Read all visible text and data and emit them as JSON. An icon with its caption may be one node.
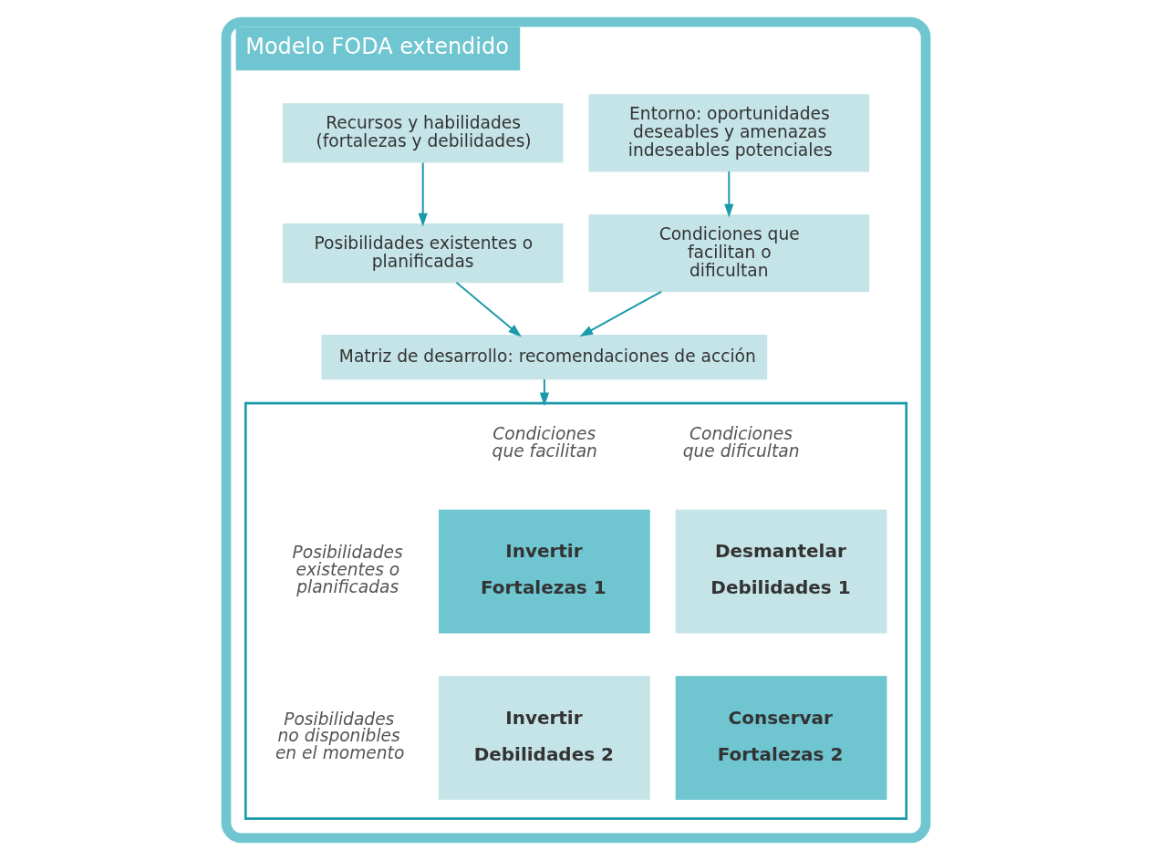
{
  "diagram": {
    "nodes": [
      {
        "text": [
          "Modelo FODA extendido"
        ]
      },
      {
        "text": [
          "Recursos y habilidades (fortalezas y debilidades)"
        ],
        "in": 0
      },
      {
        "text": [
          "Entorno: oportunidades deseables y amenazas indeseables potenciales"
        ],
        "in": 0
      },
      {
        "text": [
          "Posibilidades existentes o planificadas"
        ],
        "in": 0
      },
      {
        "text": [
          "Condiciones que facilitan o dificultan"
        ],
        "in": 0
      },
      {
        "text": [
          "Matriz de desarrollo: recomendaciones de acción"
        ],
        "in": 0
      },
      {
        "text": [],
        "shape": "box",
        "in": 0
      },
      {
        "text": [
          "Invertir Fortalezas 1"
        ],
        "in": 6
      },
      {
        "text": [
          "Desmantelar Debilidades 1"
        ],
        "in": 6
      },
      {
        "text": [
          "Invertir Debilidades 2"
        ],
        "in": 6
      },
      {
        "text": [
          "Conservar Fortalezas 2"
        ],
        "in": 6
      }
    ],
    "edges": [
      {
        "from": 1,
        "to": 3,
        "arrow": "to"
      },
      {
        "from": 2,
        "to": 4,
        "arrow": "to"
      },
      {
        "from": 3,
        "to": 5,
        "arrow": "to"
      },
      {
        "from": 4,
        "to": 5,
        "arrow": "to"
      },
      {
        "from": 5,
        "to": 6,
        "arrow": "to"
      }
    ],
    "labels": [
      "Condiciones que facilitan",
      "Condiciones que dificultan",
      "Posibilidades existentes o planificadas",
      "Posibilidades no disponibles en el momento"
    ]
  }
}
